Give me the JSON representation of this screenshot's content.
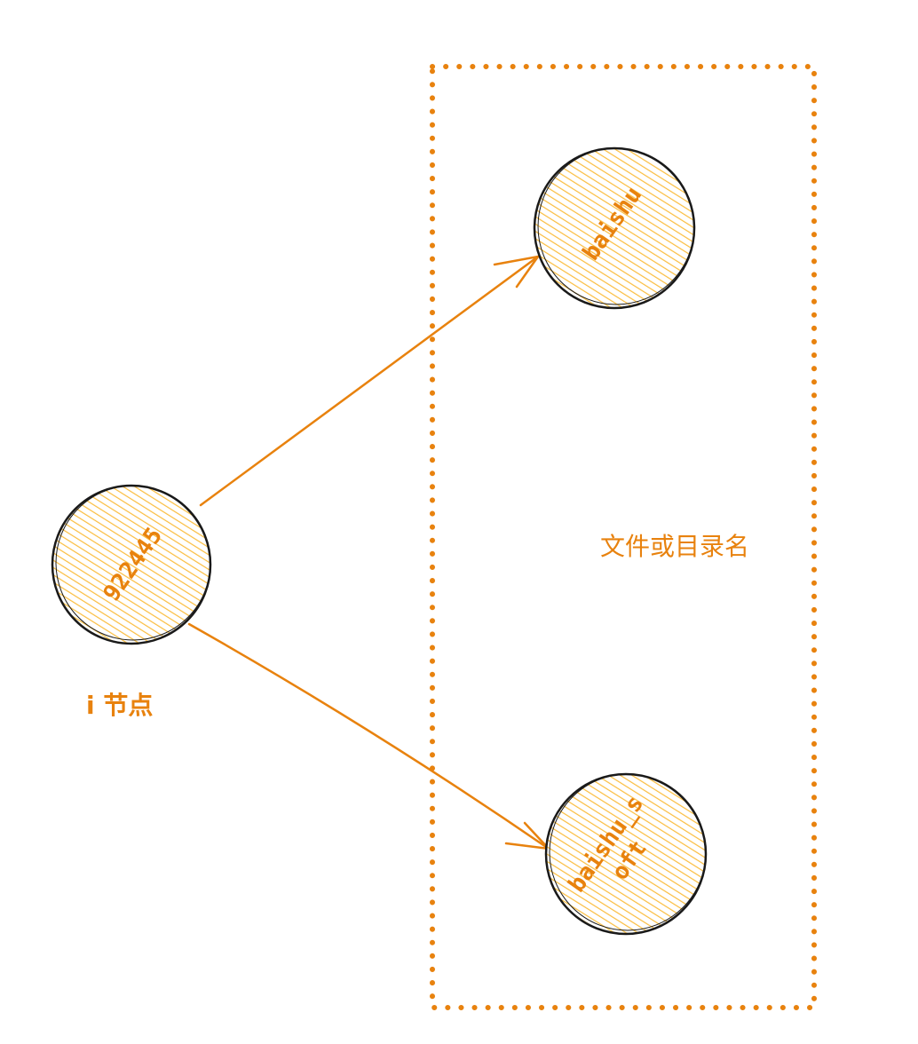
{
  "colors": {
    "accent": "#e8820e",
    "node_fill": "#fbbd3e",
    "node_stroke": "#1a1a1a"
  },
  "nodes": {
    "inode": {
      "label": "922445"
    },
    "file_a": {
      "label": "baishu"
    },
    "file_b": {
      "label_line1": "baishu_s",
      "label_line2": "oft"
    }
  },
  "labels": {
    "inode_caption": "i 节点",
    "group_caption": "文件或目录名"
  }
}
